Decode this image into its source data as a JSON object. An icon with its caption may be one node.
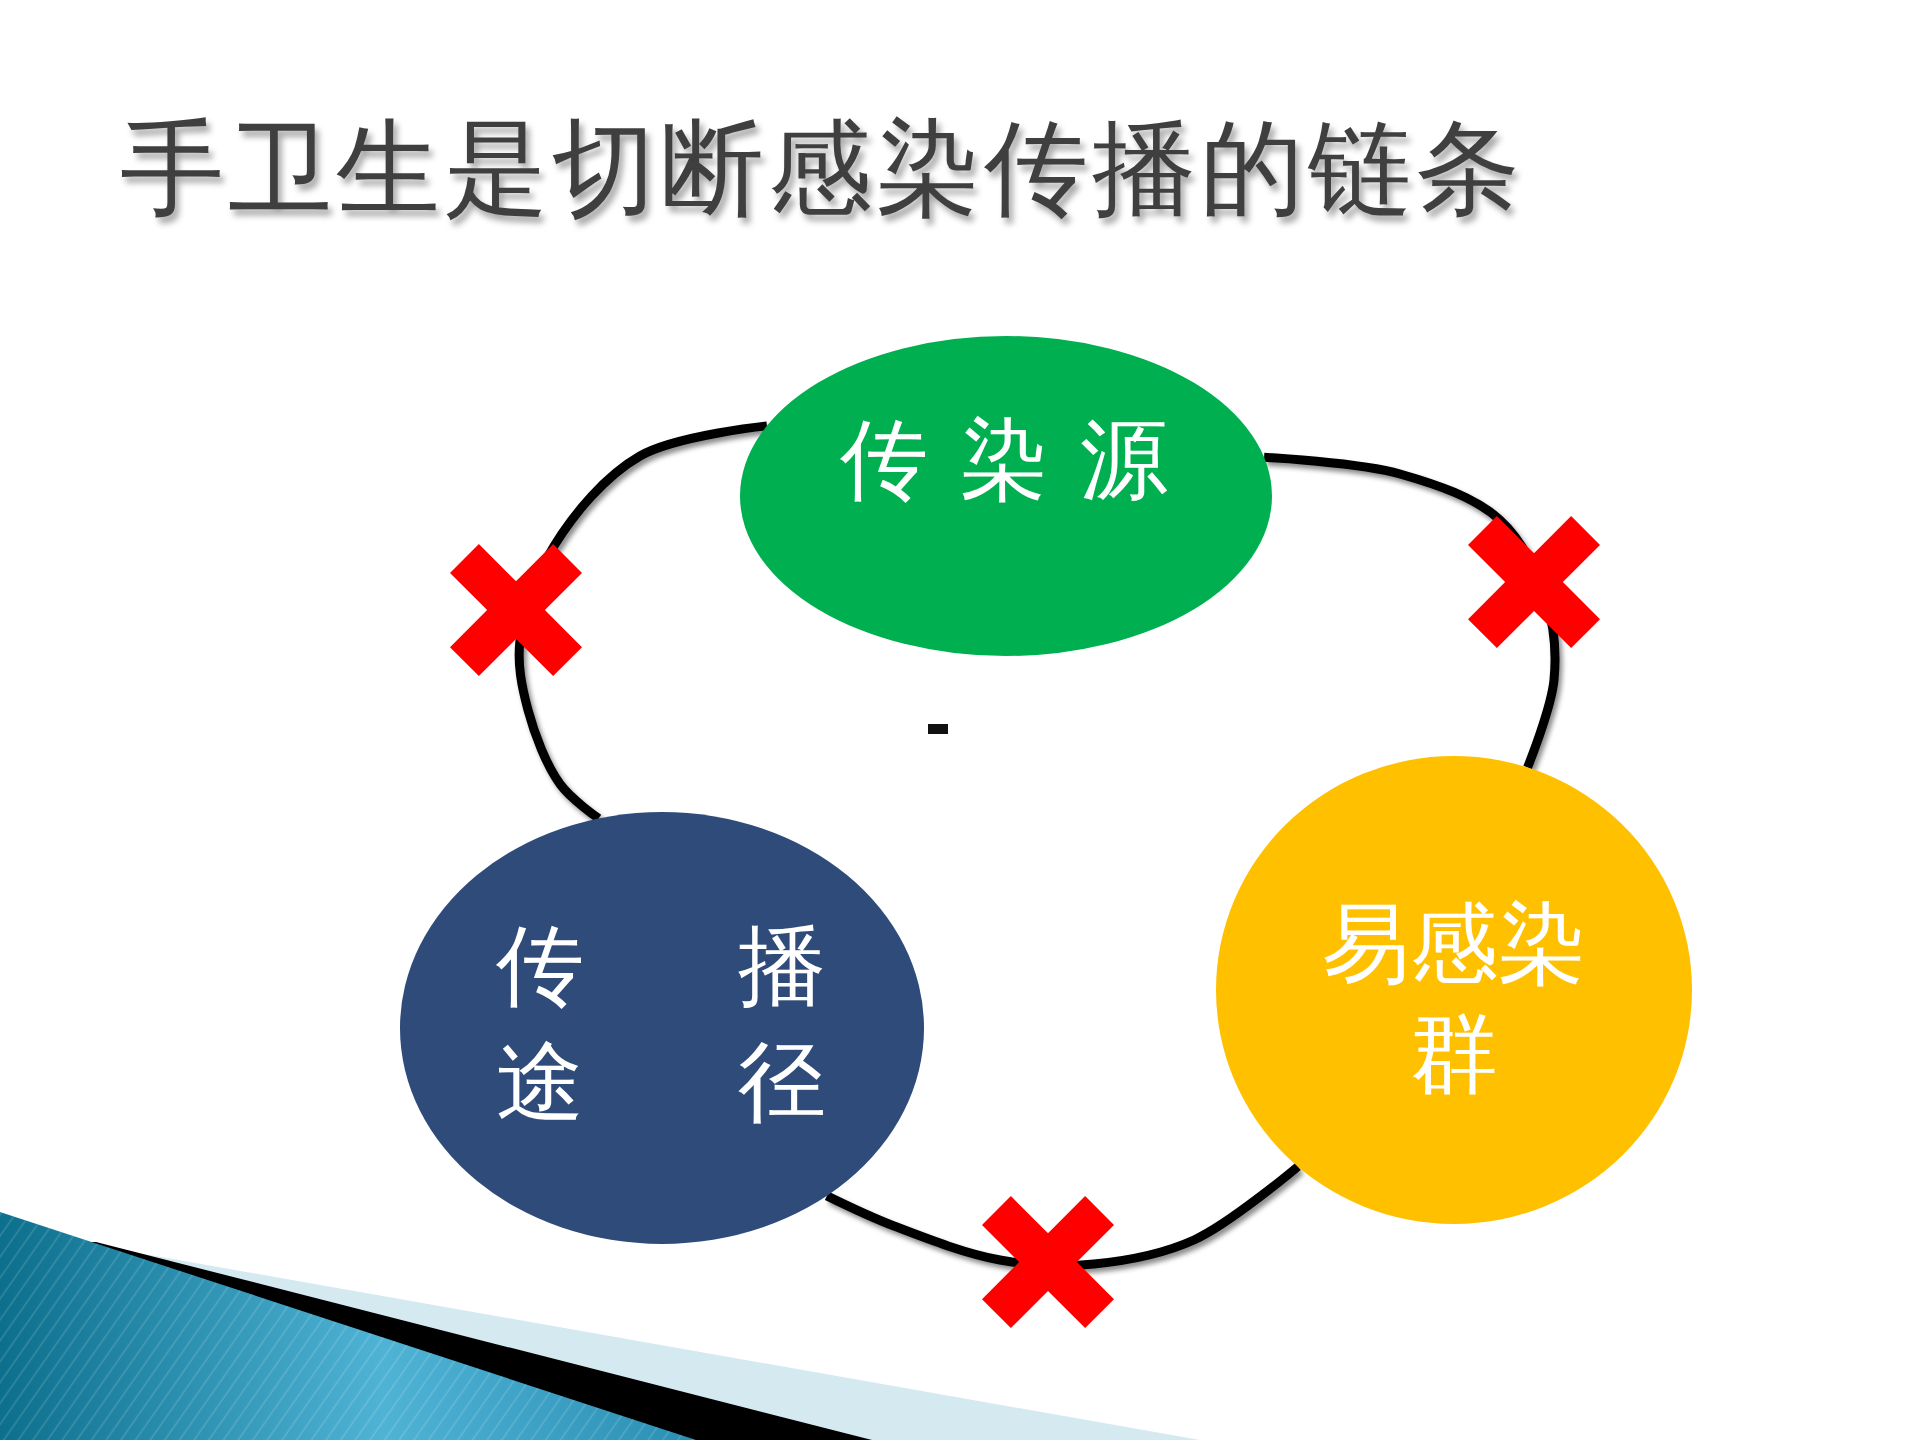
{
  "diagram": {
    "title": "手卫生是切断感染传播的链条",
    "nodes": [
      {
        "text": [
          "传染源"
        ]
      },
      {
        "text": [
          "易感染群"
        ]
      },
      {
        "text": [
          "传播途径"
        ]
      }
    ],
    "edges": [
      {
        "from": 0,
        "to": 1,
        "arrow": "none"
      },
      {
        "from": 1,
        "to": 2,
        "arrow": "none"
      },
      {
        "from": 2,
        "to": 0,
        "arrow": "none"
      }
    ]
  }
}
